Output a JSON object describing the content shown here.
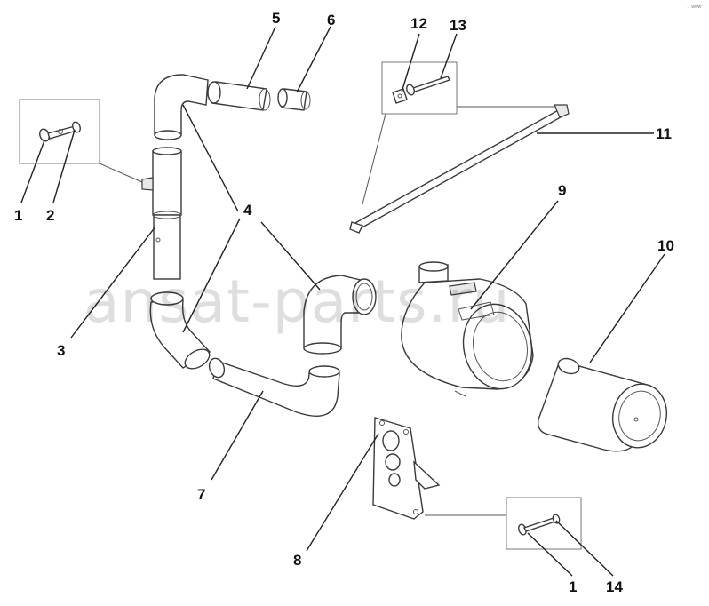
{
  "watermark": "ansat-parts.ru",
  "corner_mark": "→ www",
  "callouts": {
    "c1a": "1",
    "c2": "2",
    "c3": "3",
    "c4": "4",
    "c5": "5",
    "c6": "6",
    "c7": "7",
    "c8": "8",
    "c9": "9",
    "c10": "10",
    "c11": "11",
    "c12": "12",
    "c13": "13",
    "c1b": "1",
    "c14": "14"
  }
}
